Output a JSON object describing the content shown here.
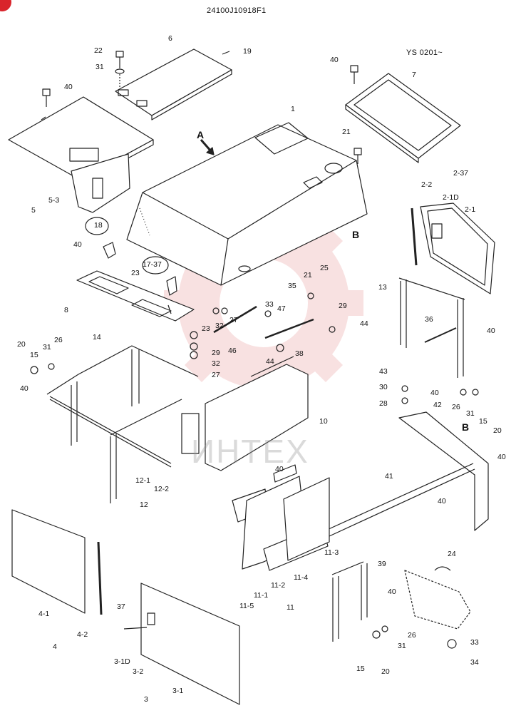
{
  "header": {
    "code": "24100J10918F1",
    "serial": "YS 0201~"
  },
  "watermark": "ИНТЕХ",
  "colors": {
    "line": "#222222",
    "watermark_gear": "#f4c9c9",
    "badge": "#d9242b"
  },
  "view_markers": {
    "arrow_a": "A",
    "b_left": "B",
    "b_right": "B"
  },
  "callouts": {
    "c6": "6",
    "c22": "22",
    "c19": "19",
    "c31a": "31",
    "c40a": "40",
    "c40b": "40",
    "c7": "7",
    "c1": "1",
    "c21a": "21",
    "c2_37": "2-37",
    "c2_2": "2-2",
    "c2_1D": "2-1D",
    "c2_1": "2-1",
    "c5": "5",
    "c5_3": "5-3",
    "c18": "18",
    "c40c": "40",
    "c17_37": "17-37",
    "c23a": "23",
    "c21b": "21",
    "c25": "25",
    "c35": "35",
    "c13": "13",
    "c8": "8",
    "c33a": "33",
    "c47": "47",
    "c29a": "29",
    "c44a": "44",
    "c36": "36",
    "c40d": "40",
    "c27a": "27",
    "c23b": "23",
    "c32a": "32",
    "c46": "46",
    "c29b": "29",
    "c38": "38",
    "c44b": "44",
    "c32b": "32",
    "c27b": "27",
    "c20a": "20",
    "c31b": "31",
    "c26a": "26",
    "c15a": "15",
    "c14": "14",
    "c43": "43",
    "c40e": "40",
    "c30": "30",
    "c28": "28",
    "c40f": "40",
    "c42": "42",
    "c26b": "26",
    "c31c": "31",
    "c15b": "15",
    "c20b": "20",
    "c10": "10",
    "c40g": "40",
    "c40h": "40",
    "c41": "41",
    "c12_1": "12-1",
    "c12_2": "12-2",
    "c12": "12",
    "c40i": "40",
    "c24": "24",
    "c4_1": "4-1",
    "c4_2": "4-2",
    "c4": "4",
    "c11_1": "11-1",
    "c11_2": "11-2",
    "c11_4": "11-4",
    "c11_3": "11-3",
    "c11_5": "11-5",
    "c11": "11",
    "c39": "39",
    "c40j": "40",
    "c26c": "26",
    "c31d": "31",
    "c15c": "15",
    "c20c": "20",
    "c37": "37",
    "c3_1D": "3-1D",
    "c3_2": "3-2",
    "c3_1": "3-1",
    "c3": "3",
    "c33b": "33",
    "c34": "34"
  }
}
